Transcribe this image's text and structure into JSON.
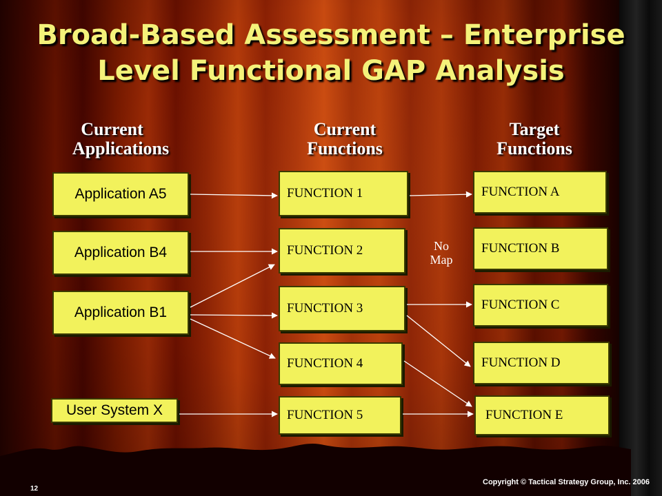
{
  "title": {
    "line1": "Broad-Based Assessment – Enterprise",
    "line2": "Level Functional GAP Analysis"
  },
  "columns": {
    "current_applications": {
      "line1": "Current",
      "line2": "Applications"
    },
    "current_functions": {
      "line1": "Current",
      "line2": "Functions"
    },
    "target_functions": {
      "line1": "Target",
      "line2": "Functions"
    }
  },
  "applications": [
    "Application A5",
    "Application B4",
    "Application B1",
    "User System X"
  ],
  "current_functions": [
    "FUNCTION 1",
    "FUNCTION 2",
    "FUNCTION 3",
    "FUNCTION 4",
    "FUNCTION 5"
  ],
  "target_functions": [
    "FUNCTION A",
    "FUNCTION B",
    "FUNCTION C",
    "FUNCTION D",
    "FUNCTION E"
  ],
  "no_map": {
    "line1": "No",
    "line2": "Map"
  },
  "slide_number": "12",
  "copyright": "Copyright © Tactical Strategy Group, Inc. 2006",
  "colors": {
    "box_fill": "#f2f25c",
    "title": "#f4f27a",
    "arrow": "#ffffff"
  }
}
